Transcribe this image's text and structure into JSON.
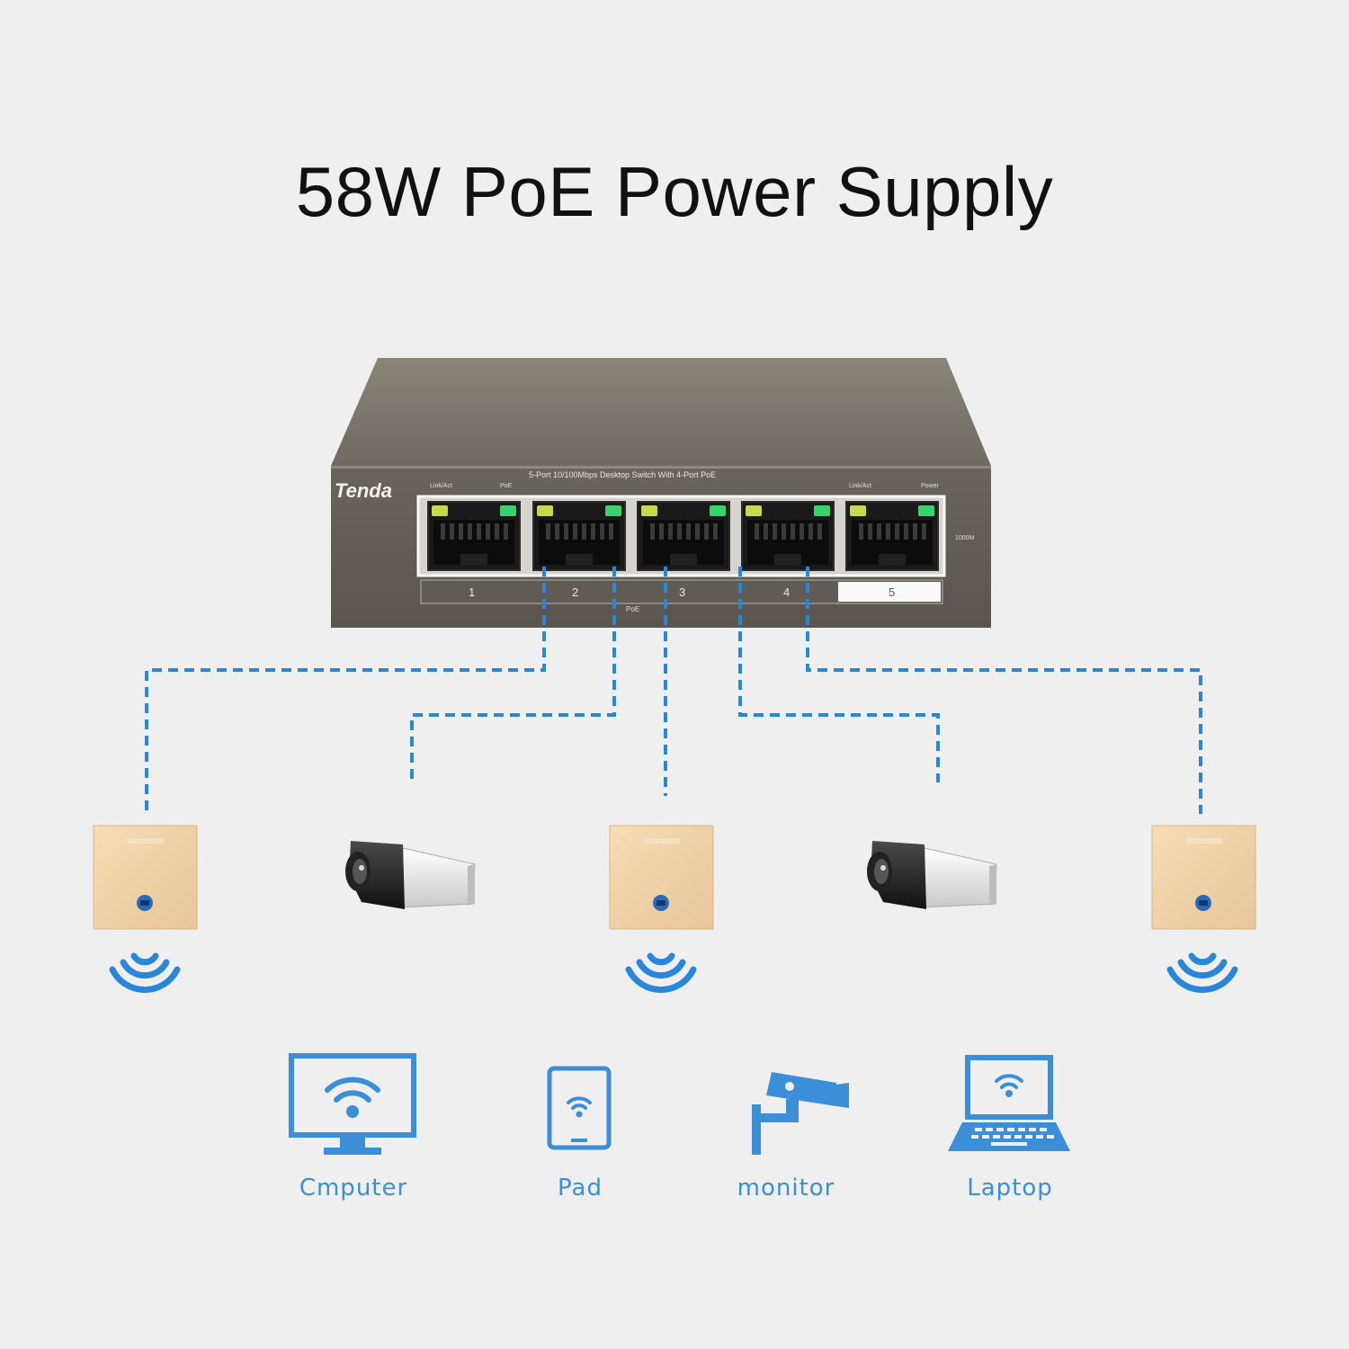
{
  "title": "58W PoE Power Supply",
  "switch": {
    "brand": "Tenda",
    "model_text": "5-Port 10/100Mbps Desktop Switch With 4-Port PoE",
    "port_numbers": [
      "1",
      "2",
      "3",
      "4",
      "5"
    ],
    "led_labels": {
      "left_link": "Link/Act",
      "left_poe": "PoE",
      "right_link": "Link/Act",
      "right_power": "Power"
    },
    "side_label": "1000M",
    "poe_label": "PoE",
    "body_color": "#6d675d",
    "led_green": "#39d36b",
    "led_yellow": "#c9d84a"
  },
  "connections_color": "#2a86d8",
  "end_devices": [
    {
      "type": "wall-access-point",
      "wifi": true
    },
    {
      "type": "bullet-camera",
      "wifi": false
    },
    {
      "type": "wall-access-point",
      "wifi": true
    },
    {
      "type": "bullet-camera",
      "wifi": false
    },
    {
      "type": "wall-access-point",
      "wifi": true
    }
  ],
  "client_devices": [
    {
      "label": "Cmputer",
      "icon": "computer-icon"
    },
    {
      "label": "Pad",
      "icon": "tablet-icon"
    },
    {
      "label": "monitor",
      "icon": "cctv-camera-icon"
    },
    {
      "label": "Laptop",
      "icon": "laptop-icon"
    }
  ],
  "accent_color": "#3c8ed6"
}
